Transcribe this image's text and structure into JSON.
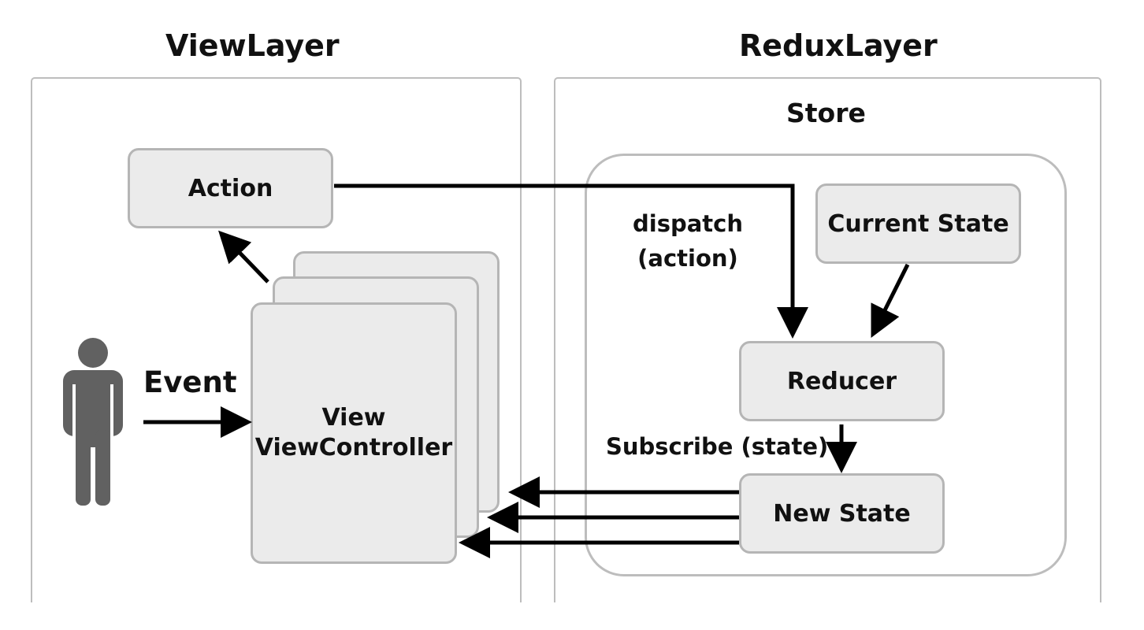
{
  "view_layer": {
    "title": "ViewLayer",
    "action_label": "Action",
    "event_label": "Event",
    "view_line1": "View",
    "view_line2": "ViewController"
  },
  "redux_layer": {
    "title": "ReduxLayer",
    "store_label": "Store",
    "dispatch_line1": "dispatch",
    "dispatch_line2": "(action)",
    "current_state_label": "Current State",
    "reducer_label": "Reducer",
    "subscribe_label": "Subscribe (state)",
    "new_state_label": "New State"
  },
  "colors": {
    "box_fill": "#ebebeb",
    "box_border": "#b5b5b5",
    "panel_border": "#bdbdbd",
    "arrow": "#000000",
    "person": "#616161"
  },
  "icons": {
    "person": "person-icon"
  }
}
